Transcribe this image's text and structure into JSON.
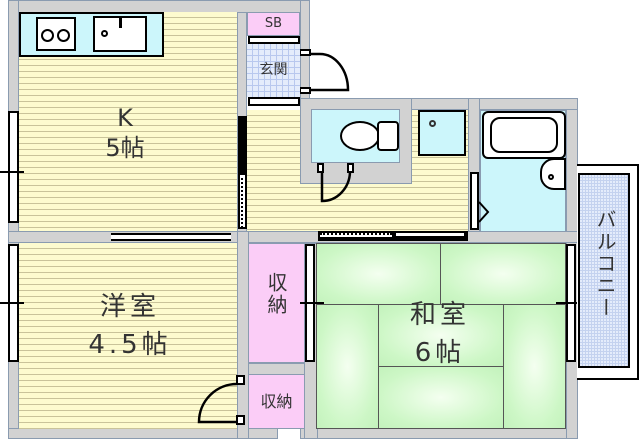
{
  "floor_plan": {
    "rooms": [
      {
        "id": "kitchen",
        "name": "K",
        "size": "5帖",
        "floor": "wood"
      },
      {
        "id": "western-room",
        "name": "洋室",
        "size": "4.5帖",
        "floor": "wood"
      },
      {
        "id": "japanese-room",
        "name": "和室",
        "size": "6帖",
        "floor": "tatami"
      },
      {
        "id": "shoe-box",
        "name": "SB"
      },
      {
        "id": "entrance",
        "name": "玄関"
      },
      {
        "id": "closet-1",
        "name": "収納"
      },
      {
        "id": "closet-2",
        "name": "収納"
      },
      {
        "id": "toilet",
        "name": ""
      },
      {
        "id": "washing-machine-space",
        "name": ""
      },
      {
        "id": "bathroom",
        "name": ""
      },
      {
        "id": "balcony",
        "name": "バルコニー"
      }
    ],
    "colors": {
      "wall": "#d2d2d2",
      "wood_floor": "#fdfbcf",
      "tatami": "#cdf7c6",
      "wet_area": "#ccf6fb",
      "storage": "#fbcdf7",
      "tile": "#e4ecfb"
    }
  }
}
